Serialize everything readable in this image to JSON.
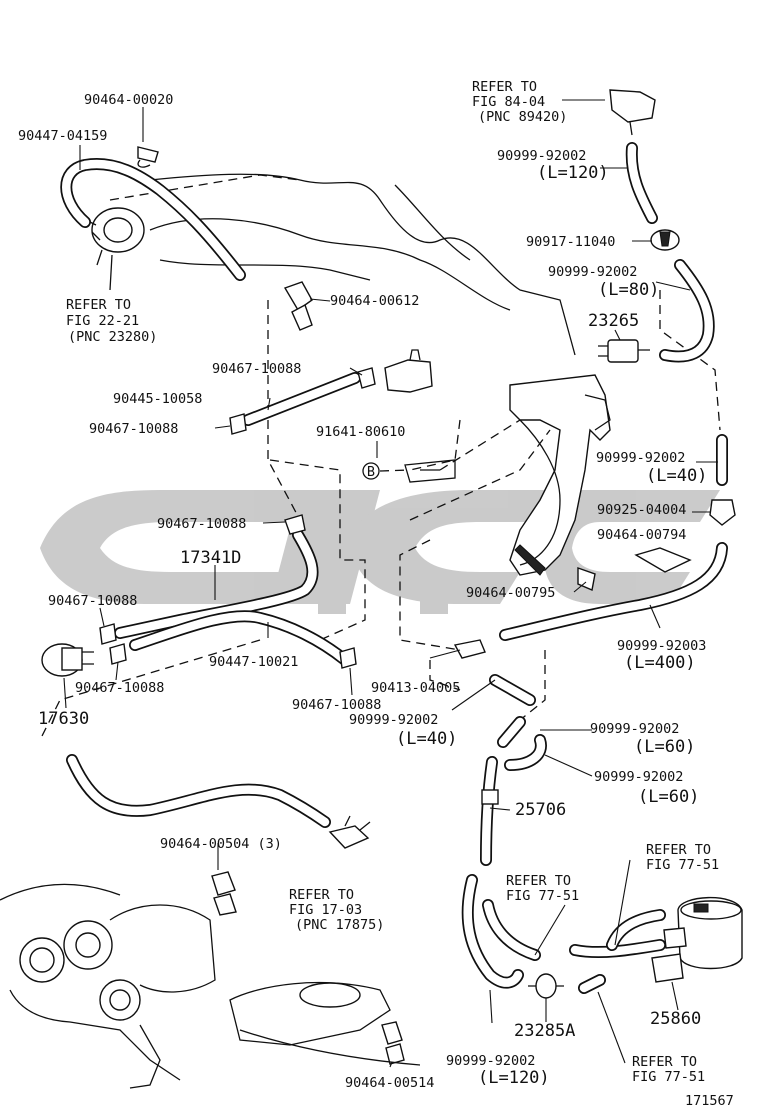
{
  "labels": {
    "l1": "90464-00020",
    "l2": "90447-04159",
    "l3": "REFER TO",
    "l4": "FIG 22-21",
    "l5": "(PNC 23280)",
    "l6": "90464-00612",
    "l7": "90467-10088",
    "l8": "90445-10058",
    "l9": "90467-10088",
    "l10": "91641-80610",
    "l11": "90467-10088",
    "l12": "17341D",
    "l13": "90467-10088",
    "l14": "90467-10088",
    "l15": "90447-10021",
    "l16": "90467-10088",
    "l17": "17630",
    "l18": "REFER TO",
    "l19": "FIG 84-04",
    "l20": "(PNC 89420)",
    "l21": "90999-92002",
    "l22": "(L=120)",
    "l23": "90917-11040",
    "l24": "90999-92002",
    "l25": "(L=80)",
    "l26": "23265",
    "l27": "90999-92002",
    "l28": "(L=40)",
    "l29": "90925-04004",
    "l30": "90464-00794",
    "l31": "90464-00795",
    "l32": "90999-92003",
    "l33": "(L=400)",
    "l34": "90413-04005",
    "l35": "90999-92002",
    "l36": "(L=40)",
    "l37": "90999-92002",
    "l38": "(L=60)",
    "l39": "90999-92002",
    "l40": "(L=60)",
    "l41": "25706",
    "l42": "90464-00504 (3)",
    "l43": "REFER TO",
    "l44": "FIG 17-03",
    "l45": "(PNC 17875)",
    "l46": "REFER TO",
    "l47": "FIG 77-51",
    "l48": "REFER TO",
    "l49": "FIG 77-51",
    "l50": "23285A",
    "l51": "25860",
    "l52": "90999-92002",
    "l53": "(L=120)",
    "l54": "REFER TO",
    "l55": "FIG 77-51",
    "l56": "90464-00514",
    "l57": "171567",
    "marker_b": "B"
  },
  "watermark_color": "#c8c8c8",
  "ink_color": "#111111"
}
